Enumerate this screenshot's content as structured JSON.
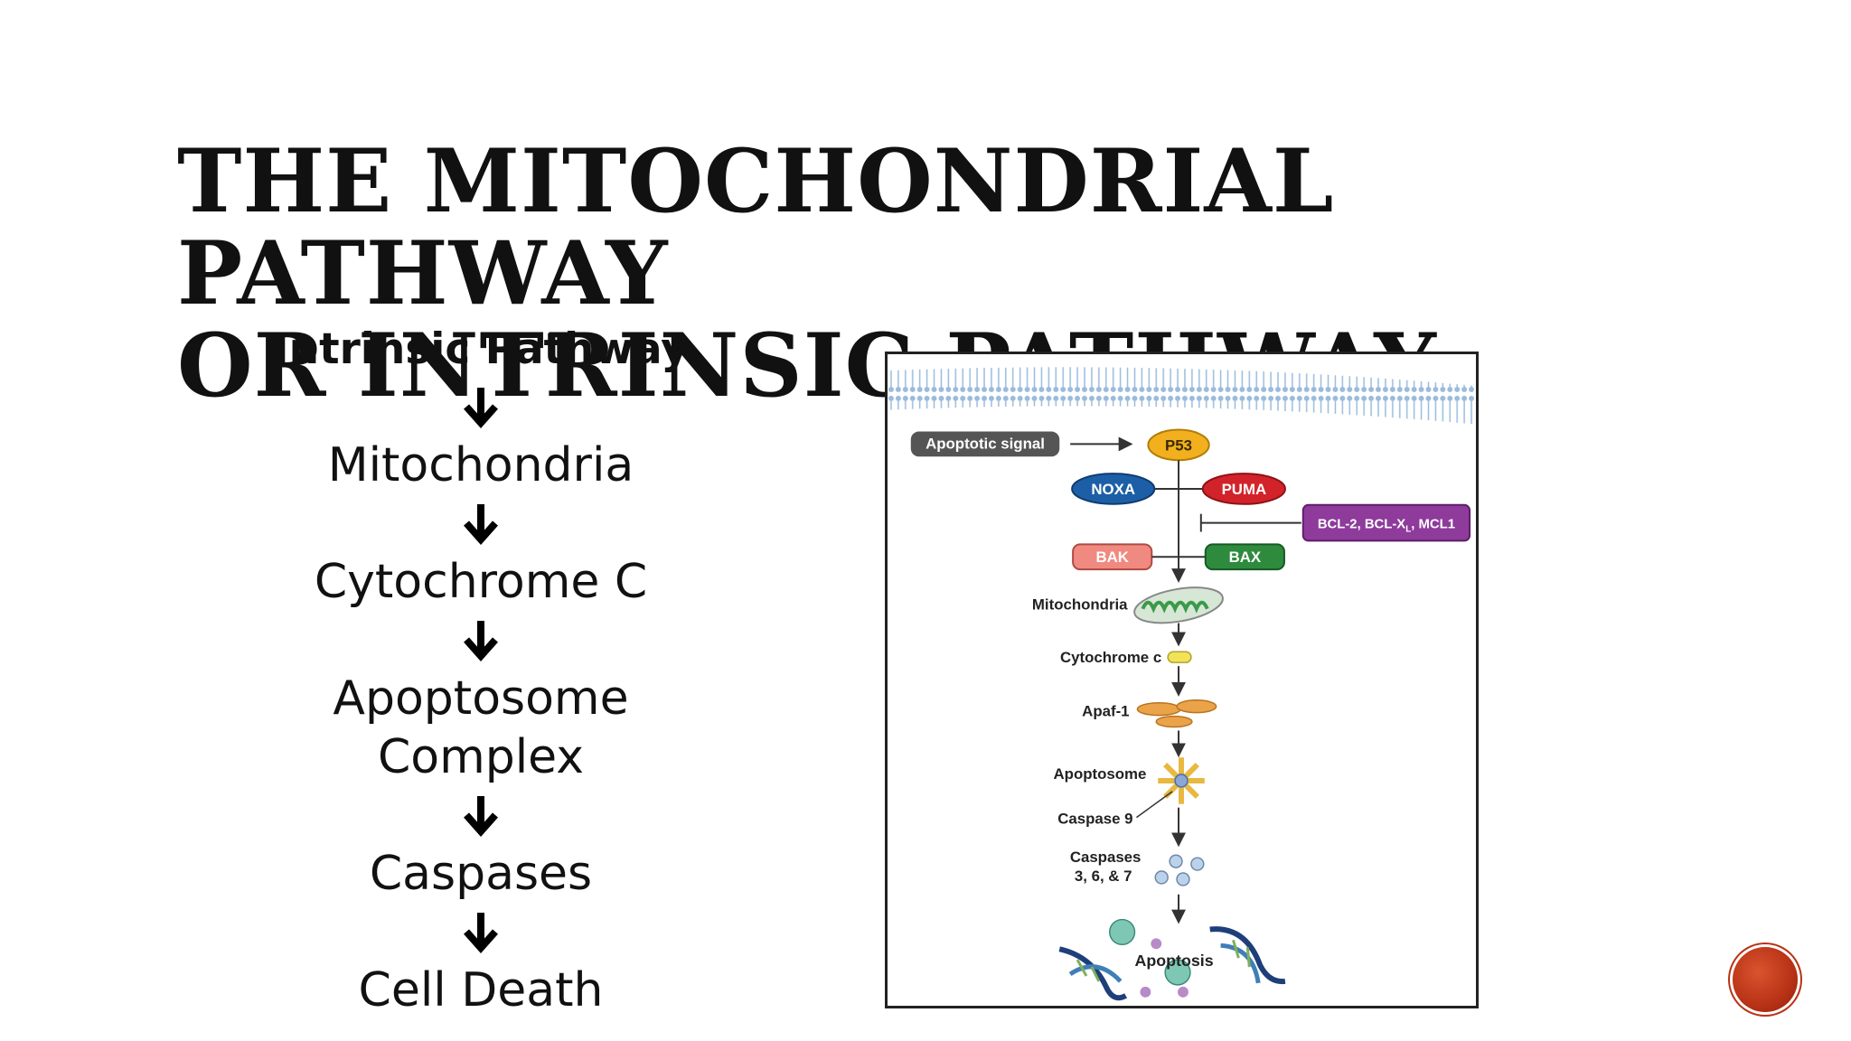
{
  "slide": {
    "title_line1": "The Mitochondrial Pathway",
    "title_line2": "or Intrinsic Pathway"
  },
  "flow": {
    "heading": "Intrinsic Pathway",
    "steps": [
      "Mitochondria",
      "Cytochrome C",
      "Apoptosome",
      "Complex",
      "Caspases",
      "Cell Death"
    ]
  },
  "figure": {
    "apoptotic_signal": "Apoptotic signal",
    "p53": "P53",
    "noxa": "NOXA",
    "puma": "PUMA",
    "bcl_prefix": "BCL-2, BCL-X",
    "bcl_sub": "L",
    "bcl_suffix": ", MCL1",
    "bak": "BAK",
    "bax": "BAX",
    "mitochondria": "Mitochondria",
    "cytochrome_c": "Cytochrome c",
    "apaf1": "Apaf-1",
    "apoptosome": "Apoptosome",
    "caspase9": "Caspase 9",
    "caspases_line1": "Caspases",
    "caspases_line2": "3, 6, & 7",
    "apoptosis": "Apoptosis"
  },
  "colors": {
    "noxa": "#1d5fa6",
    "puma": "#d2232a",
    "bak": "#f08a80",
    "bax": "#2e8b3e",
    "bcl": "#8e3b9c",
    "p53": "#f2b01e",
    "signal": "#555555",
    "nav_button": "#b83216"
  }
}
